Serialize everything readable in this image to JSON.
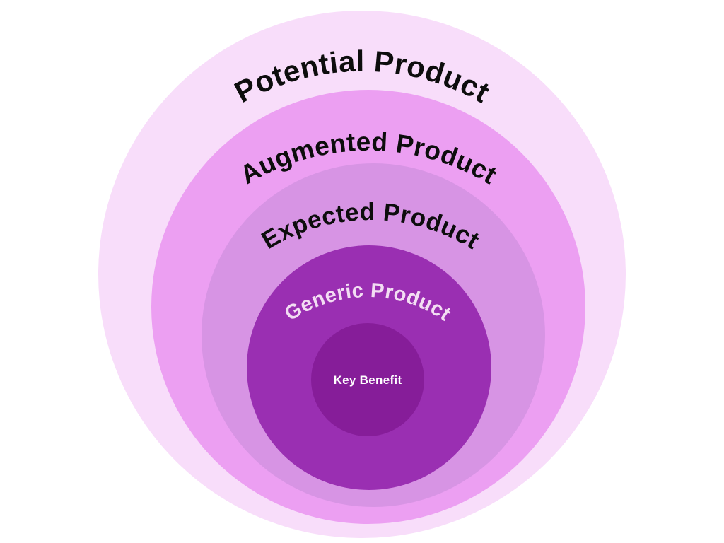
{
  "diagram": {
    "type": "concentric-circles",
    "background_color": "#ffffff",
    "levels": [
      {
        "id": "potential",
        "label": "Potential Product",
        "circle_color": "#f8ddfa",
        "label_color": "#0d0d0d"
      },
      {
        "id": "augmented",
        "label": "Augmented Product",
        "circle_color": "#ec9ff2",
        "label_color": "#0d0d0d"
      },
      {
        "id": "expected",
        "label": "Expected Product",
        "circle_color": "#d794e4",
        "label_color": "#0d0d0d"
      },
      {
        "id": "generic",
        "label": "Generic Product",
        "circle_color": "#9a2fb2",
        "label_color": "#f3ddf3"
      },
      {
        "id": "core",
        "label": "Key Benefit",
        "circle_color": "#861d99",
        "label_color": "#ffffff"
      }
    ]
  }
}
